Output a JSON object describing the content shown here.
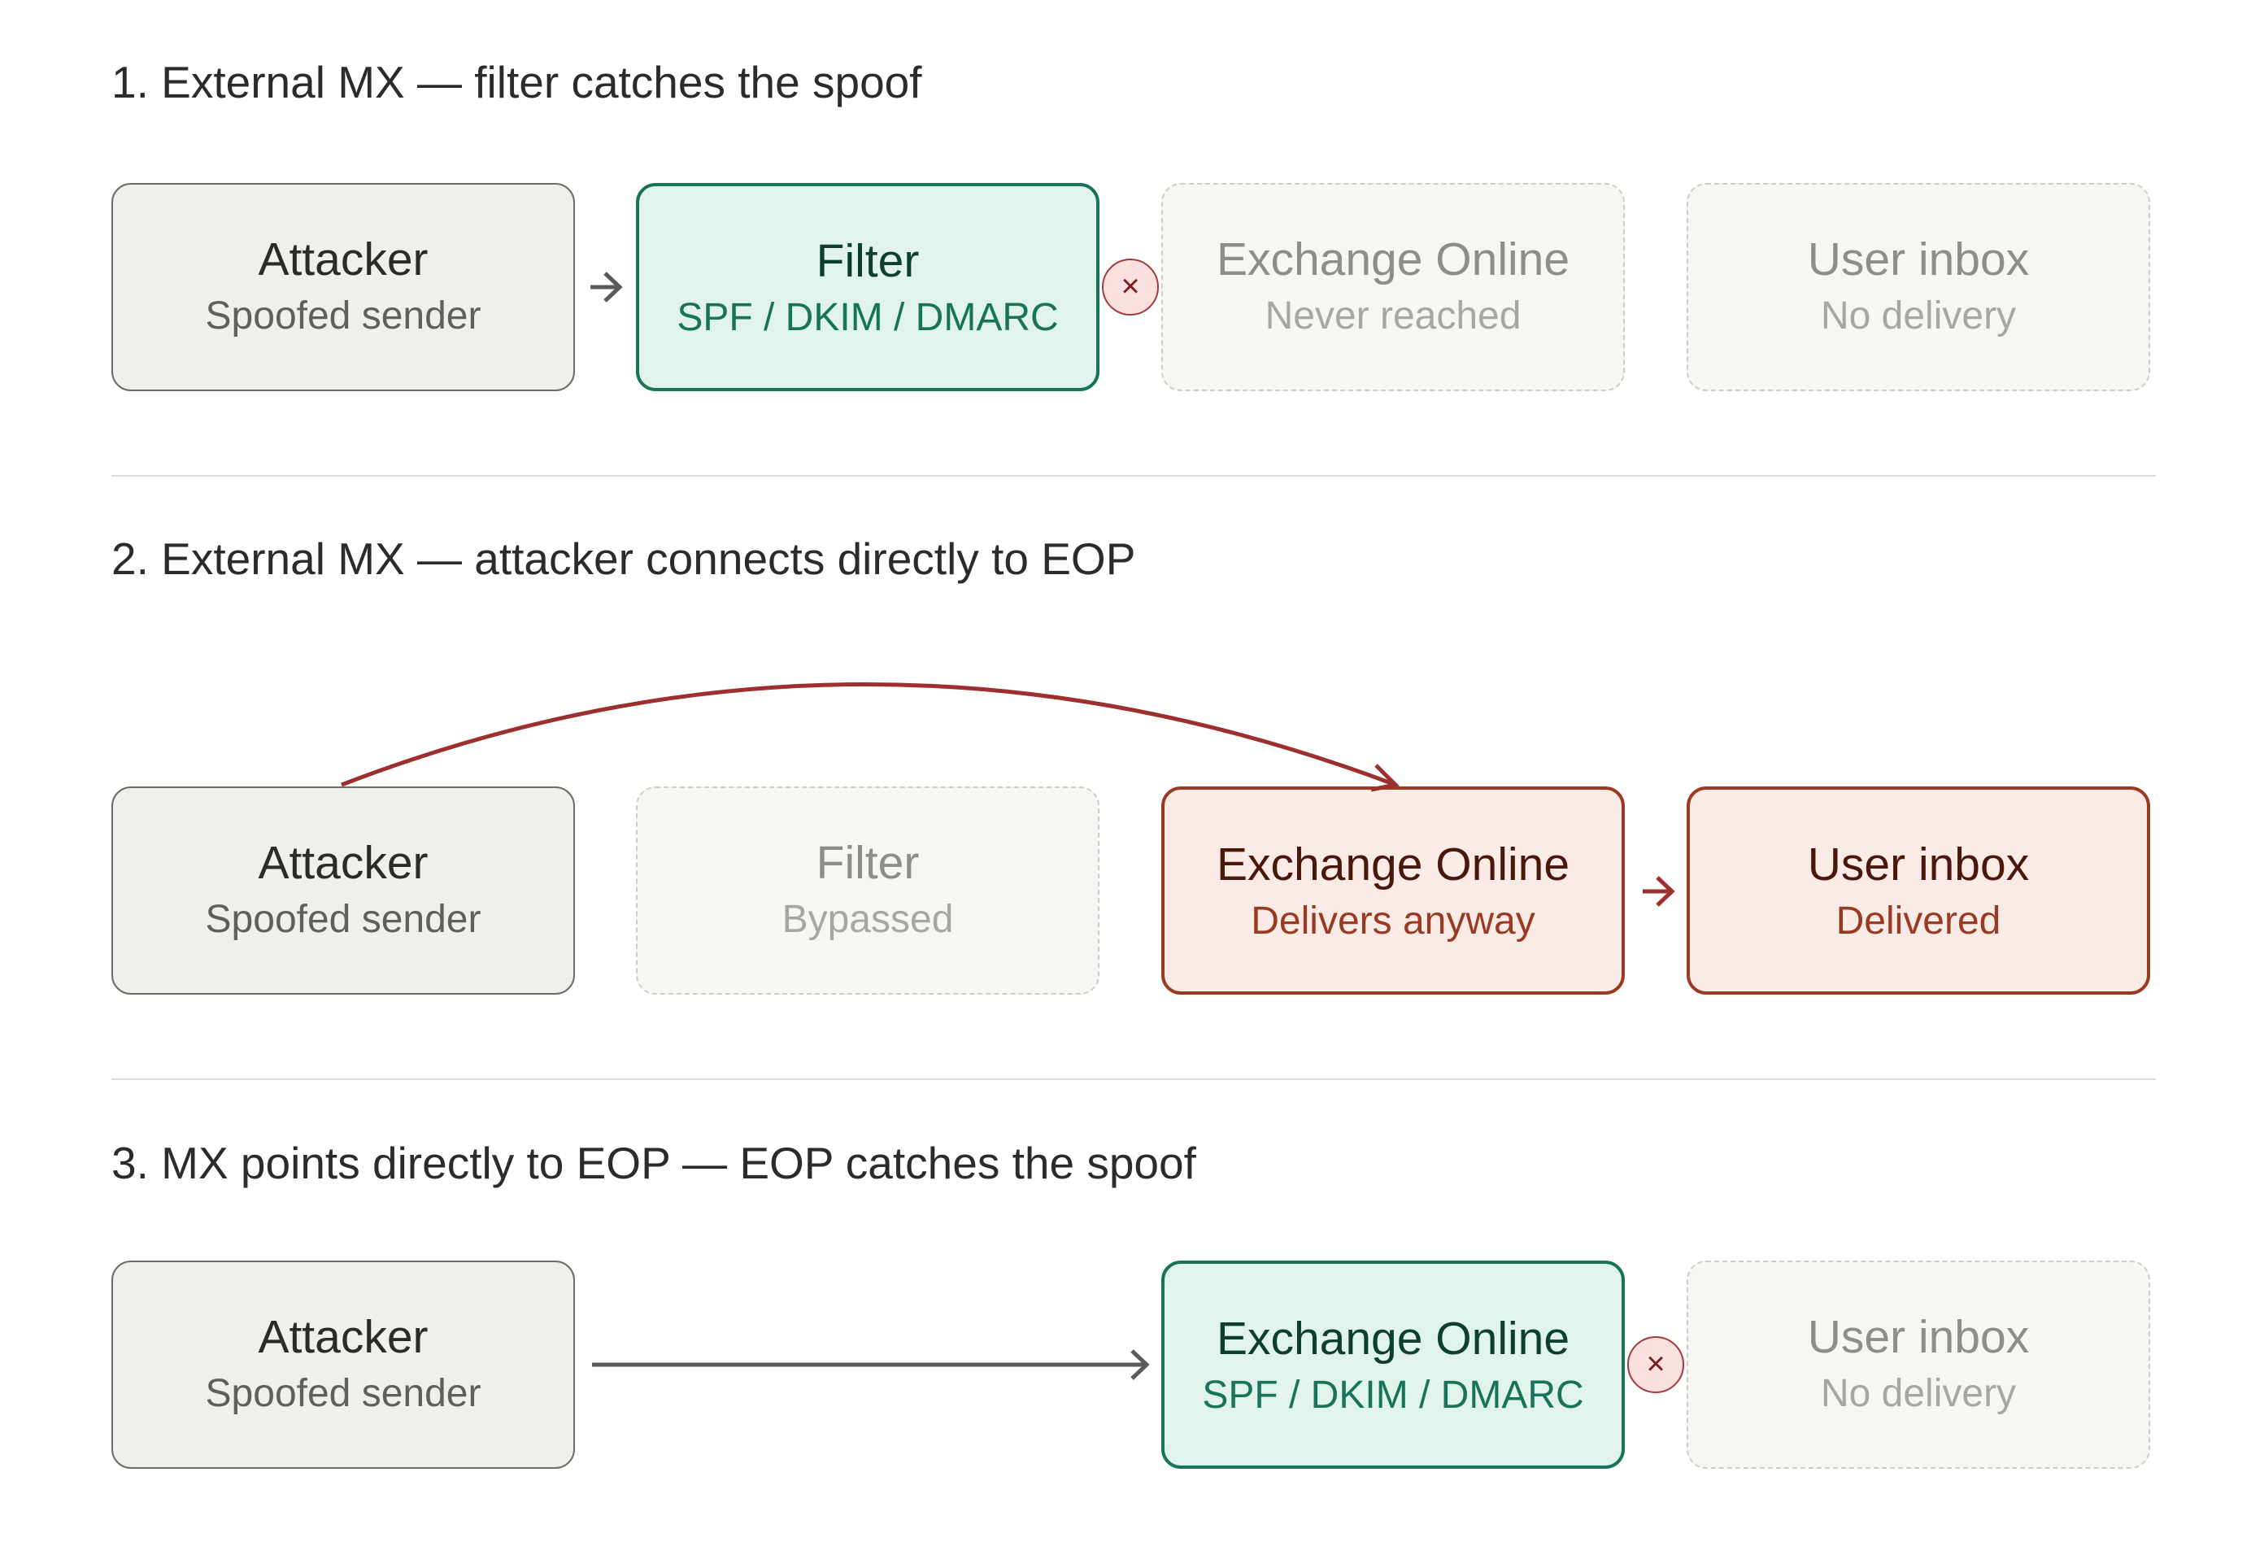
{
  "colors": {
    "neutral_border": "#6b6b68",
    "pass_border": "#17735a",
    "danger_border": "#9a3a22",
    "attack_arrow": "#9e2f2f",
    "flow_arrow": "#5a5a58",
    "block_fill": "#fbe0e0"
  },
  "icons": {
    "block": "block-x-icon",
    "arrow": "arrow-right-icon"
  },
  "scenario1": {
    "title": "1. External MX — filter catches the spoof",
    "attacker": {
      "title": "Attacker",
      "sub": "Spoofed sender"
    },
    "filter": {
      "title": "Filter",
      "sub": "SPF / DKIM / DMARC"
    },
    "exchange": {
      "title": "Exchange Online",
      "sub": "Never reached"
    },
    "inbox": {
      "title": "User inbox",
      "sub": "No delivery"
    },
    "block_symbol": "×"
  },
  "scenario2": {
    "title": "2. External MX — attacker connects directly to EOP",
    "attacker": {
      "title": "Attacker",
      "sub": "Spoofed sender"
    },
    "filter": {
      "title": "Filter",
      "sub": "Bypassed"
    },
    "exchange": {
      "title": "Exchange Online",
      "sub": "Delivers anyway"
    },
    "inbox": {
      "title": "User inbox",
      "sub": "Delivered"
    }
  },
  "scenario3": {
    "title": "3. MX points directly to EOP — EOP catches the spoof",
    "attacker": {
      "title": "Attacker",
      "sub": "Spoofed sender"
    },
    "exchange": {
      "title": "Exchange Online",
      "sub": "SPF / DKIM / DMARC"
    },
    "inbox": {
      "title": "User inbox",
      "sub": "No delivery"
    },
    "block_symbol": "×"
  }
}
